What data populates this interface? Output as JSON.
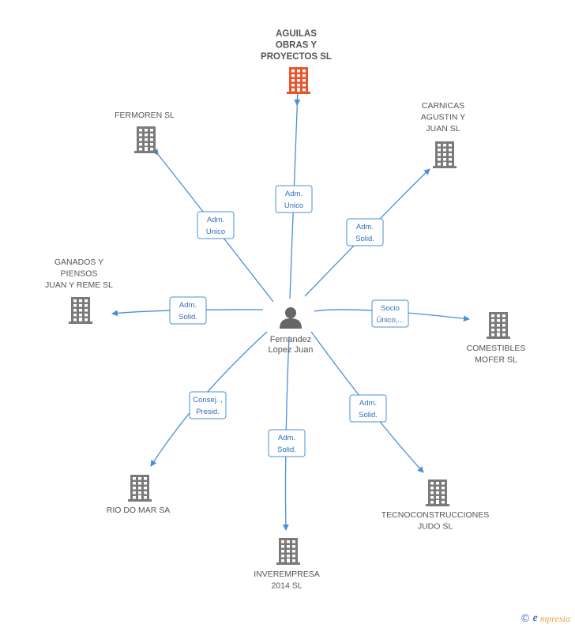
{
  "colors": {
    "edge": "#4a8fd8",
    "company": "#7a7a7a",
    "company_highlight": "#e8552b",
    "person": "#666666",
    "label_text": "#2f6fb8"
  },
  "center": {
    "name_lines": [
      "Fernandez",
      "Lopez Juan"
    ],
    "icon": "person-icon"
  },
  "nodes": [
    {
      "id": "aguilas",
      "lines": [
        "AGUILAS",
        "OBRAS Y",
        "PROYECTOS SL"
      ],
      "highlight": true,
      "icon": "building-icon",
      "relation": [
        "Adm.",
        "Unico"
      ]
    },
    {
      "id": "fermoren",
      "lines": [
        "FERMOREN SL"
      ],
      "highlight": false,
      "icon": "building-icon",
      "relation": [
        "Adm.",
        "Unico"
      ]
    },
    {
      "id": "carnicas",
      "lines": [
        "CARNICAS",
        "AGUSTIN Y",
        "JUAN SL"
      ],
      "highlight": false,
      "icon": "building-icon",
      "relation": [
        "Adm.",
        "Solid."
      ]
    },
    {
      "id": "ganados",
      "lines": [
        "GANADOS Y",
        "PIENSOS",
        "JUAN Y REME SL"
      ],
      "highlight": false,
      "icon": "building-icon",
      "relation": [
        "Adm.",
        "Solid."
      ]
    },
    {
      "id": "comestibles",
      "lines": [
        "COMESTIBLES",
        "MOFER SL"
      ],
      "highlight": false,
      "icon": "building-icon",
      "relation": [
        "Socio",
        "Único,..."
      ]
    },
    {
      "id": "riodomar",
      "lines": [
        "RIO DO MAR SA"
      ],
      "highlight": false,
      "icon": "building-icon",
      "relation": [
        "Consej. ,",
        "Presid."
      ]
    },
    {
      "id": "inverempresa",
      "lines": [
        "INVEREMPRESA",
        "2014  SL"
      ],
      "highlight": false,
      "icon": "building-icon",
      "relation": [
        "Adm.",
        "Solid."
      ]
    },
    {
      "id": "tecno",
      "lines": [
        "TECNOCONSTRUCCIONES",
        "JUDO SL"
      ],
      "highlight": false,
      "icon": "building-icon",
      "relation": [
        "Adm.",
        "Solid."
      ]
    }
  ],
  "footer": {
    "copyright_symbol": "©",
    "brand_initial": "e",
    "brand_rest": "mpresia"
  }
}
